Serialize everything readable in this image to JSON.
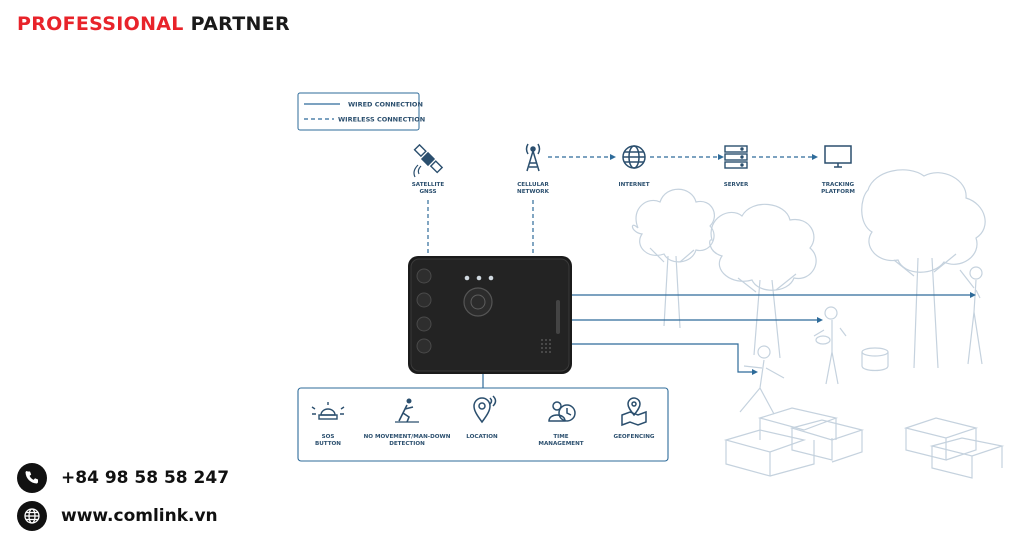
{
  "header": {
    "title_red": "PROFESSIONAL",
    "title_dark": "PARTNER"
  },
  "legend": {
    "wired": "WIRED CONNECTION",
    "wireless": "WIRELESS CONNECTION"
  },
  "top_nodes": [
    {
      "icon": "satellite-icon",
      "line1": "SATELLITE",
      "line2": "GNSS"
    },
    {
      "icon": "cell-tower-icon",
      "line1": "CELLULAR",
      "line2": "NETWORK"
    },
    {
      "icon": "globe-icon",
      "line1": "INTERNET",
      "line2": ""
    },
    {
      "icon": "server-icon",
      "line1": "SERVER",
      "line2": ""
    },
    {
      "icon": "monitor-icon",
      "line1": "TRACKING",
      "line2": "PLATFORM"
    }
  ],
  "features": [
    {
      "icon": "sos-alarm-icon",
      "line1": "SOS",
      "line2": "BUTTON"
    },
    {
      "icon": "man-down-icon",
      "line1": "NO MOVEMENT/MAN-DOWN",
      "line2": "DETECTION"
    },
    {
      "icon": "location-pin-icon",
      "line1": "LOCATION",
      "line2": ""
    },
    {
      "icon": "time-management-icon",
      "line1": "TIME",
      "line2": "MANAGEMENT"
    },
    {
      "icon": "geofencing-icon",
      "line1": "GEOFENCING",
      "line2": ""
    }
  ],
  "contact": {
    "phone": "+84 98 58 58 247",
    "website": "www.comlink.vn"
  },
  "colors": {
    "brand_red": "#e8232a",
    "line_blue": "#2e6b9a",
    "label_navy": "#2b4f6e",
    "sketch": "#c5d2de"
  }
}
